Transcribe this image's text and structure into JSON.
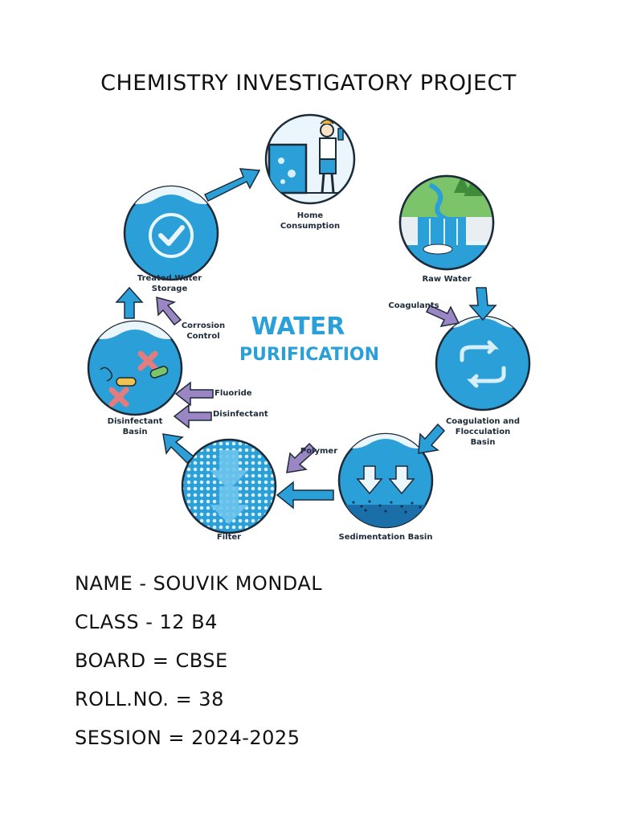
{
  "page": {
    "title": "Chemistry Investigatory Project"
  },
  "diagram": {
    "heading_line1": "WATER",
    "heading_line2": "PURIFICATION",
    "stages": {
      "home_consumption": [
        "Home",
        "Consumption"
      ],
      "raw_water": [
        "Raw Water"
      ],
      "coagulation": [
        "Coagulation and",
        "Flocculation",
        "Basin"
      ],
      "sedimentation": [
        "Sedimentation Basin"
      ],
      "filter": [
        "Filter"
      ],
      "disinfectant_basin": [
        "Disinfectant",
        "Basin"
      ],
      "treated_storage": [
        "Treated Water",
        "Storage"
      ]
    },
    "inputs": {
      "coagulants": "Coagulants",
      "polymer": "Polymer",
      "fluoride": "Fluoride",
      "disinfectant": "Disinfectant",
      "corrosion_control": [
        "Corrosion",
        "Control"
      ]
    },
    "colors": {
      "blue": "#2a9fd8",
      "dark_blue": "#1a6fa8",
      "light_blue": "#d6effa",
      "purple": "#9b86c4",
      "outline": "#1d2a38"
    }
  },
  "student": {
    "name": "Name - Souvik Mondal",
    "class": "Class - 12 B4",
    "board": "Board = CBSE",
    "roll": "Roll.No. = 38",
    "session": "Session = 2024-2025"
  }
}
